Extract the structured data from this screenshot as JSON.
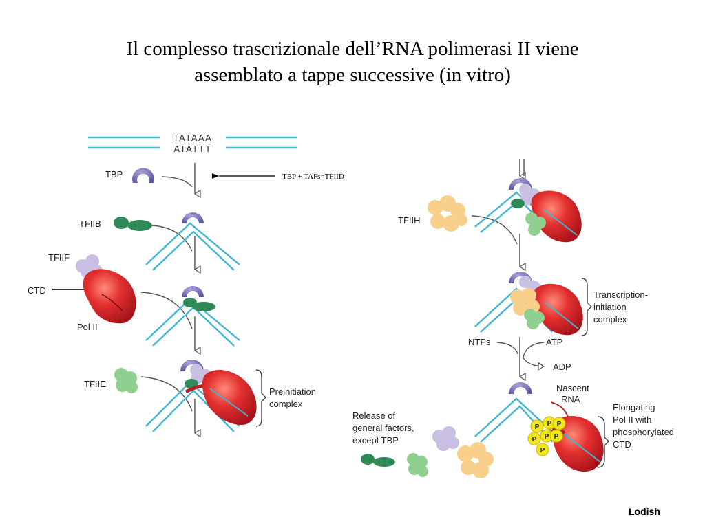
{
  "title": {
    "line1": "Il complesso trascrizionale dell’RNA polimerasi II viene",
    "line2": "assemblato a tappe successive (in vitro)"
  },
  "dna": {
    "top_strand": "TATAAA",
    "bottom_strand": "ATATTT"
  },
  "labels": {
    "tbp": "TBP",
    "tfiib": "TFIIB",
    "tfiif": "TFIIF",
    "ctd": "CTD",
    "pol_ii": "Pol II",
    "tfiie": "TFIIE",
    "tfiih": "TFIIH",
    "ntps": "NTPs",
    "atp": "ATP",
    "adp": "ADP",
    "p": "P"
  },
  "annotation": "TBP + TAFs=TFIID",
  "brackets": {
    "preinitiation": [
      "Preinitiation",
      "complex"
    ],
    "transcription_initiation": [
      "Transcription-",
      "initiation",
      "complex"
    ],
    "elongating": [
      "Elongating",
      "Pol II with",
      "phosphorylated",
      "CTD"
    ]
  },
  "release": [
    "Release of",
    "general factors,",
    "except TBP"
  ],
  "nascent_rna": [
    "Nascent",
    "RNA"
  ],
  "credit": "Lodish",
  "colors": {
    "dna": "#3fb6d3",
    "tbp": "#7d77b8",
    "tfiib": "#2f8a57",
    "tfiif": "#c8bfe2",
    "pol_ii": "#d8262b",
    "tfiie": "#8fcf8f",
    "tfiih": "#f8d08c",
    "phosphate": "#f2e61c"
  }
}
